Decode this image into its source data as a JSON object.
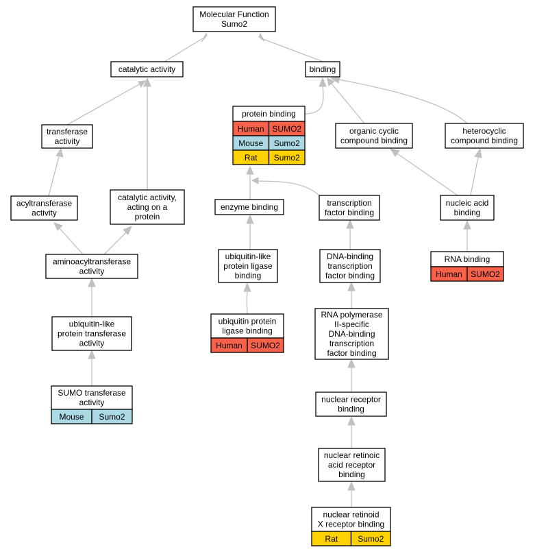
{
  "graph": {
    "type": "gene-ontology-tree",
    "colors": {
      "edge": "#c0c0c0",
      "node_border": "#000000",
      "node_fill": "#ffffff",
      "Human": "#f8624a",
      "Mouse": "#aad9e4",
      "Rat": "#fdd200"
    },
    "nodes": [
      {
        "id": "molecular-function",
        "lines": [
          "Molecular Function",
          "Sumo2"
        ]
      },
      {
        "id": "catalytic-activity",
        "lines": [
          "catalytic activity"
        ]
      },
      {
        "id": "binding",
        "lines": [
          "binding"
        ]
      },
      {
        "id": "transferase-activity",
        "lines": [
          "transferase",
          "activity"
        ]
      },
      {
        "id": "protein-binding",
        "lines": [
          "protein binding"
        ],
        "annotations": [
          {
            "species": "Human",
            "gene": "SUMO2"
          },
          {
            "species": "Mouse",
            "gene": "Sumo2"
          },
          {
            "species": "Rat",
            "gene": "Sumo2"
          }
        ]
      },
      {
        "id": "organic-cyclic-compound-binding",
        "lines": [
          "organic cyclic",
          "compound binding"
        ]
      },
      {
        "id": "heterocyclic-compound-binding",
        "lines": [
          "heterocyclic",
          "compound binding"
        ]
      },
      {
        "id": "acyltransferase-activity",
        "lines": [
          "acyltransferase",
          "activity"
        ]
      },
      {
        "id": "catalytic-activity-on-protein",
        "lines": [
          "catalytic activity,",
          "acting on a",
          "protein"
        ]
      },
      {
        "id": "enzyme-binding",
        "lines": [
          "enzyme binding"
        ]
      },
      {
        "id": "transcription-factor-binding",
        "lines": [
          "transcription",
          "factor binding"
        ]
      },
      {
        "id": "nucleic-acid-binding",
        "lines": [
          "nucleic acid",
          "binding"
        ]
      },
      {
        "id": "aminoacyltransferase-activity",
        "lines": [
          "aminoacyltransferase",
          "activity"
        ]
      },
      {
        "id": "ubiquitin-like-protein-ligase-binding",
        "lines": [
          "ubiquitin-like",
          "protein ligase",
          "binding"
        ]
      },
      {
        "id": "dna-binding-tf-binding",
        "lines": [
          "DNA-binding",
          "transcription",
          "factor binding"
        ]
      },
      {
        "id": "rna-binding",
        "lines": [
          "RNA binding"
        ],
        "annotations": [
          {
            "species": "Human",
            "gene": "SUMO2"
          }
        ]
      },
      {
        "id": "ubiquitin-like-protein-transferase-activity",
        "lines": [
          "ubiquitin-like",
          "protein transferase",
          "activity"
        ]
      },
      {
        "id": "ubiquitin-protein-ligase-binding",
        "lines": [
          "ubiquitin protein",
          "ligase binding"
        ],
        "annotations": [
          {
            "species": "Human",
            "gene": "SUMO2"
          }
        ]
      },
      {
        "id": "rna-pol-ii-specific-dna-binding-tf-binding",
        "lines": [
          "RNA polymerase",
          "II-specific",
          "DNA-binding",
          "transcription",
          "factor binding"
        ]
      },
      {
        "id": "sumo-transferase-activity",
        "lines": [
          "SUMO transferase",
          "activity"
        ],
        "annotations": [
          {
            "species": "Mouse",
            "gene": "Sumo2"
          }
        ]
      },
      {
        "id": "nuclear-receptor-binding",
        "lines": [
          "nuclear receptor",
          "binding"
        ]
      },
      {
        "id": "nuclear-retinoic-acid-receptor-binding",
        "lines": [
          "nuclear retinoic",
          "acid receptor",
          "binding"
        ]
      },
      {
        "id": "nuclear-retinoid-x-receptor-binding",
        "lines": [
          "nuclear retinoid",
          "X receptor binding"
        ],
        "annotations": [
          {
            "species": "Rat",
            "gene": "Sumo2"
          }
        ]
      }
    ],
    "edges": [
      {
        "from": "catalytic-activity",
        "to": "molecular-function"
      },
      {
        "from": "binding",
        "to": "molecular-function"
      },
      {
        "from": "transferase-activity",
        "to": "catalytic-activity"
      },
      {
        "from": "catalytic-activity-on-protein",
        "to": "catalytic-activity"
      },
      {
        "from": "protein-binding",
        "to": "binding"
      },
      {
        "from": "organic-cyclic-compound-binding",
        "to": "binding"
      },
      {
        "from": "heterocyclic-compound-binding",
        "to": "binding"
      },
      {
        "from": "acyltransferase-activity",
        "to": "transferase-activity"
      },
      {
        "from": "aminoacyltransferase-activity",
        "to": "acyltransferase-activity"
      },
      {
        "from": "aminoacyltransferase-activity",
        "to": "catalytic-activity-on-protein"
      },
      {
        "from": "ubiquitin-like-protein-transferase-activity",
        "to": "aminoacyltransferase-activity"
      },
      {
        "from": "sumo-transferase-activity",
        "to": "ubiquitin-like-protein-transferase-activity"
      },
      {
        "from": "enzyme-binding",
        "to": "protein-binding"
      },
      {
        "from": "transcription-factor-binding",
        "to": "protein-binding"
      },
      {
        "from": "ubiquitin-like-protein-ligase-binding",
        "to": "enzyme-binding"
      },
      {
        "from": "ubiquitin-protein-ligase-binding",
        "to": "ubiquitin-like-protein-ligase-binding"
      },
      {
        "from": "dna-binding-tf-binding",
        "to": "transcription-factor-binding"
      },
      {
        "from": "rna-pol-ii-specific-dna-binding-tf-binding",
        "to": "dna-binding-tf-binding"
      },
      {
        "from": "nuclear-receptor-binding",
        "to": "rna-pol-ii-specific-dna-binding-tf-binding"
      },
      {
        "from": "nuclear-retinoic-acid-receptor-binding",
        "to": "nuclear-receptor-binding"
      },
      {
        "from": "nuclear-retinoid-x-receptor-binding",
        "to": "nuclear-retinoic-acid-receptor-binding"
      },
      {
        "from": "nucleic-acid-binding",
        "to": "organic-cyclic-compound-binding"
      },
      {
        "from": "nucleic-acid-binding",
        "to": "heterocyclic-compound-binding"
      },
      {
        "from": "rna-binding",
        "to": "nucleic-acid-binding"
      }
    ]
  }
}
